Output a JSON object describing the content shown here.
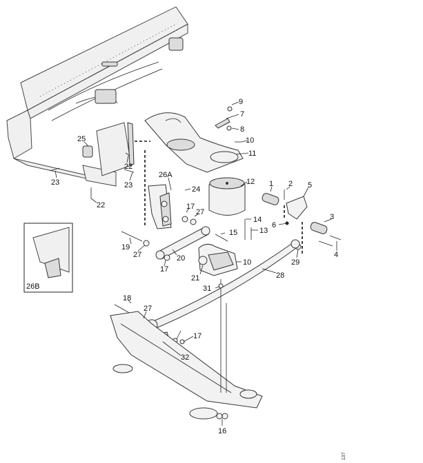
{
  "callouts": {
    "c1": "1",
    "c2": "2",
    "c3": "3",
    "c4": "4",
    "c5": "5",
    "c6": "6",
    "c7": "7",
    "c8": "8",
    "c9": "9",
    "c10a": "10",
    "c10b": "10",
    "c11": "11",
    "c12": "12",
    "c13": "13",
    "c14": "14",
    "c15": "15",
    "c16": "16",
    "c17a": "17",
    "c17b": "17",
    "c17c": "17",
    "c18": "18",
    "c19": "19",
    "c20": "20",
    "c21": "21",
    "c22a": "22",
    "c22b": "22",
    "c23a": "23",
    "c23b": "23",
    "c24": "24",
    "c25": "25",
    "c26a": "26A",
    "c26b": "26B",
    "c27a": "27",
    "c27b": "27",
    "c27c": "27",
    "c28": "28",
    "c29": "29",
    "c31": "31",
    "c32": "32"
  },
  "document_id": "137"
}
